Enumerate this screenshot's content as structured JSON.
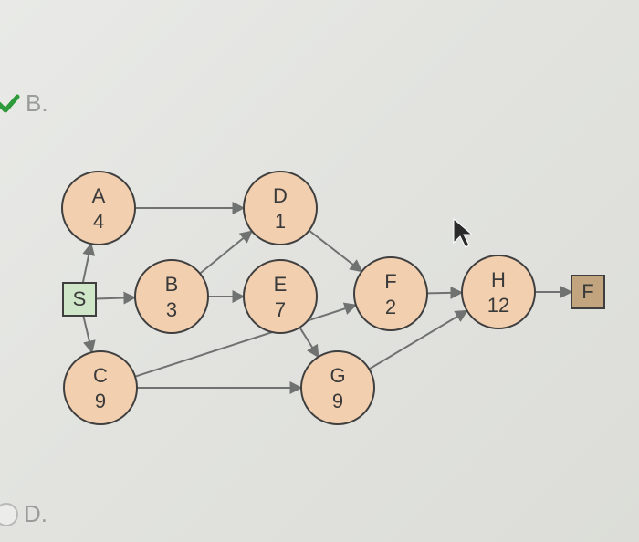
{
  "options": {
    "b_label": "B.",
    "d_label": "D."
  },
  "diagram": {
    "colors": {
      "activity_fill": "#f2cfaf",
      "start_fill": "#cfe6c8",
      "finish_fill": "#c2a57f",
      "stroke": "#3f3f3f",
      "edge": "#6f7270",
      "check": "#2e9a3a"
    },
    "nodes": [
      {
        "id": "A",
        "name": "A",
        "duration": "4",
        "kind": "activity"
      },
      {
        "id": "B",
        "name": "B",
        "duration": "3",
        "kind": "activity"
      },
      {
        "id": "C",
        "name": "C",
        "duration": "9",
        "kind": "activity"
      },
      {
        "id": "D",
        "name": "D",
        "duration": "1",
        "kind": "activity"
      },
      {
        "id": "E",
        "name": "E",
        "duration": "7",
        "kind": "activity"
      },
      {
        "id": "F",
        "name": "F",
        "duration": "2",
        "kind": "activity"
      },
      {
        "id": "G",
        "name": "G",
        "duration": "9",
        "kind": "activity"
      },
      {
        "id": "H",
        "name": "H",
        "duration": "12",
        "kind": "activity"
      },
      {
        "id": "S",
        "name": "S",
        "kind": "start"
      },
      {
        "id": "END",
        "name": "F",
        "kind": "finish"
      }
    ],
    "edges": [
      {
        "from": "S",
        "to": "A"
      },
      {
        "from": "S",
        "to": "B"
      },
      {
        "from": "S",
        "to": "C"
      },
      {
        "from": "A",
        "to": "D"
      },
      {
        "from": "B",
        "to": "D"
      },
      {
        "from": "B",
        "to": "E"
      },
      {
        "from": "D",
        "to": "F"
      },
      {
        "from": "E",
        "to": "G"
      },
      {
        "from": "C",
        "to": "F"
      },
      {
        "from": "C",
        "to": "G"
      },
      {
        "from": "F",
        "to": "H"
      },
      {
        "from": "G",
        "to": "H"
      },
      {
        "from": "H",
        "to": "END"
      }
    ]
  }
}
